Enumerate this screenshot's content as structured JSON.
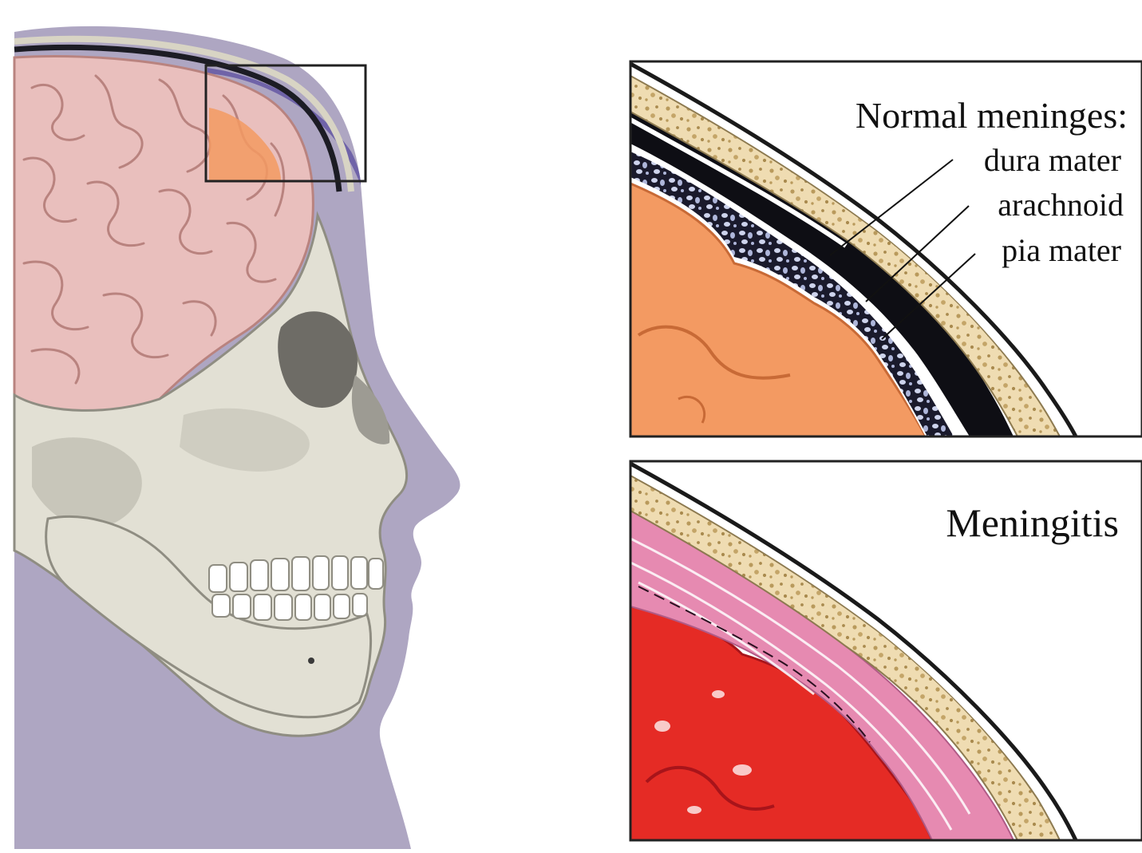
{
  "labels": {
    "normal_title": "Normal meninges:",
    "dura": "dura mater",
    "arachnoid": "arachnoid",
    "pia": "pia mater",
    "meningitis_title": "Meningitis"
  },
  "colors": {
    "silhouette": "#aea6c2",
    "skin_shadow": "#6f63a8",
    "brain": "#e9bfbd",
    "brain_fold": "#b9837f",
    "skull": "#e2e0d4",
    "skull_shade": "#a9a79b",
    "bone_tan": "#efdcb2",
    "normal_cortex": "#f39a62",
    "inflamed_cortex": "#e52b25",
    "inflamed_meninges": "#e68ab1",
    "dura_black": "#0e0e14"
  }
}
